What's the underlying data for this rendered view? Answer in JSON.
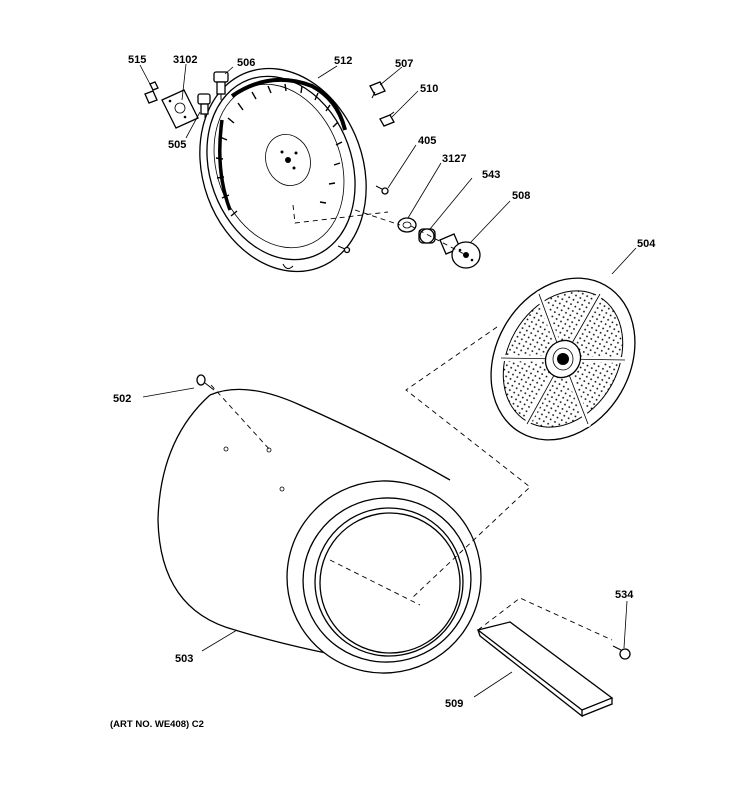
{
  "labels": {
    "l515": "515",
    "l3102": "3102",
    "l506": "506",
    "l512": "512",
    "l507": "507",
    "l510": "510",
    "l505": "505",
    "l405": "405",
    "l3127": "3127",
    "l543": "543",
    "l508": "508",
    "l504": "504",
    "l502": "502",
    "l503": "503",
    "l534": "534",
    "l509": "509"
  },
  "art_number": "(ART NO. WE408) C2"
}
